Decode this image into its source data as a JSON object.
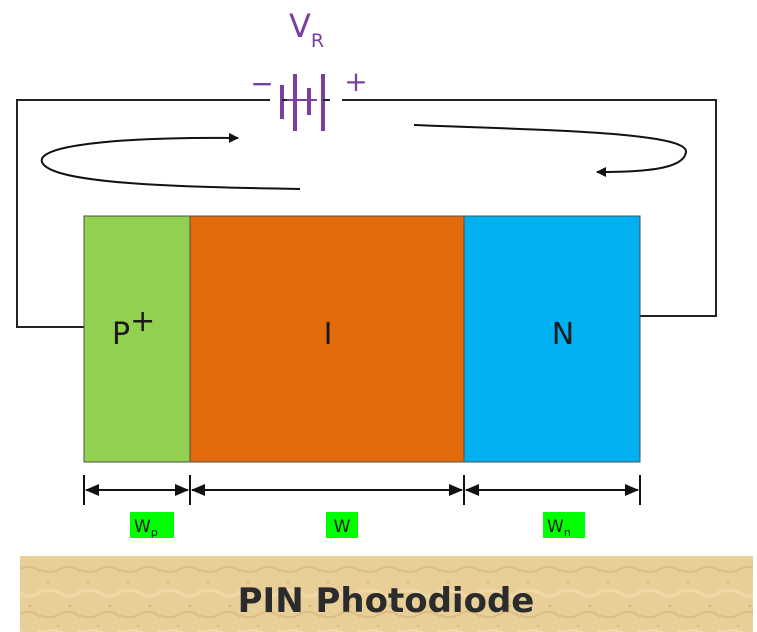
{
  "battery": {
    "label": "V",
    "label_sub": "R",
    "minus": "−",
    "plus": "+",
    "color": "#7b3fa0"
  },
  "regions": {
    "p": {
      "label": "P",
      "sup": "+",
      "color": "#92d050"
    },
    "i": {
      "label": "I",
      "color": "#e36c0a"
    },
    "n": {
      "label": "N",
      "color": "#00b0f0"
    }
  },
  "widths": {
    "wp": {
      "label": "W",
      "sub": "p"
    },
    "w": {
      "label": "W"
    },
    "wn": {
      "label": "W",
      "sub": "n"
    },
    "highlight_color": "#00ff00"
  },
  "title": "PIN Photodiode"
}
